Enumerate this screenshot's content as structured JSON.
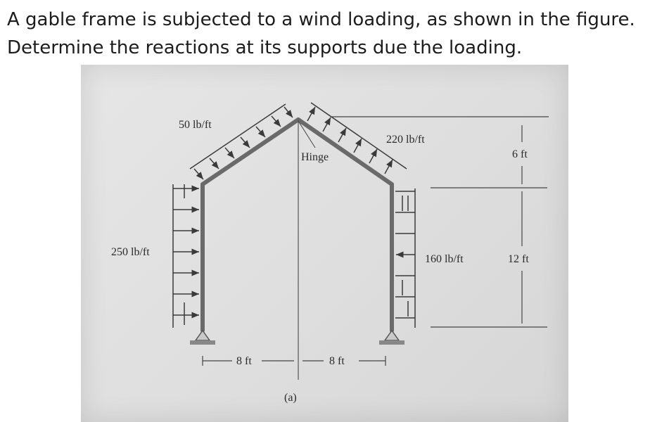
{
  "question": {
    "line1": "A gable frame is subjected to a wind loading, as shown in the figure.",
    "line2": "Determine the reactions at its supports due the loading."
  },
  "figure": {
    "load_left_roof": "50 lb/ft",
    "load_right_roof": "220 lb/ft",
    "load_left_column": "250 lb/ft",
    "load_right_column": "160 lb/ft",
    "hinge_label": "Hinge",
    "dim_rise": "6 ft",
    "dim_height": "12 ft",
    "dim_left_span": "8 ft",
    "dim_right_span": "8 ft",
    "caption": "(a)"
  },
  "colors": {
    "text": "#1c1c1c",
    "frame": "#6a6a6a",
    "photo_bg": "#e0e0e0"
  }
}
